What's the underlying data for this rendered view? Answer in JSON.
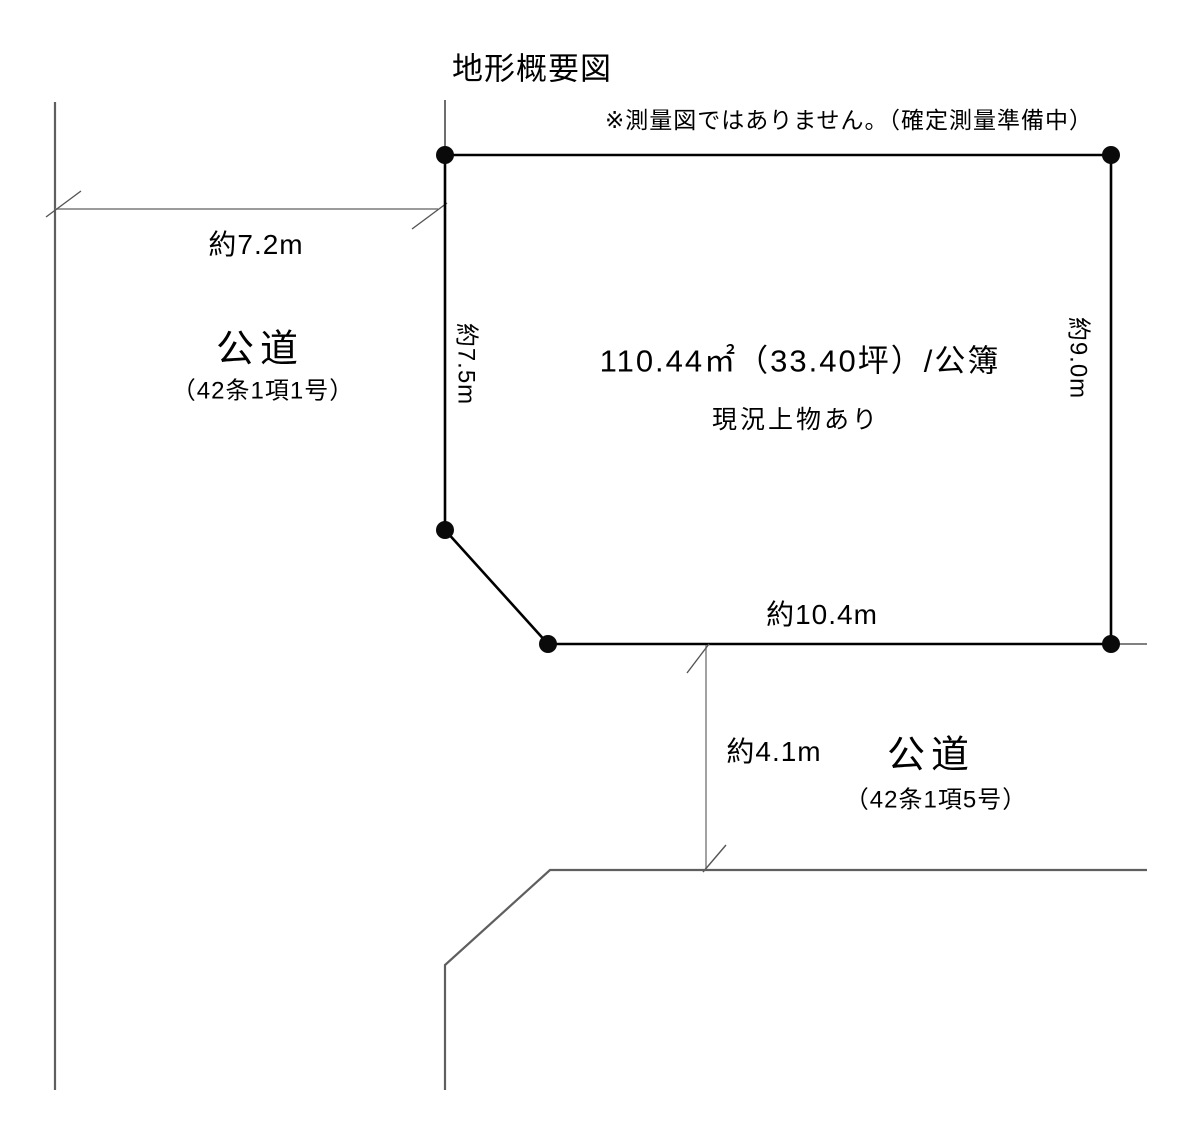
{
  "title": "地形概要図",
  "note": "※測量図ではありません。（確定測量準備中）",
  "parcel": {
    "area_label": "110.44㎡（33.40坪）/公簿",
    "status_label": "現況上物あり",
    "dim_left": "約7.5m",
    "dim_right": "約9.0m",
    "dim_bottom": "約10.4m"
  },
  "road_left": {
    "width_label": "約7.2m",
    "name": "公道",
    "classification": "（42条1項1号）"
  },
  "road_bottom": {
    "width_label": "約4.1m",
    "name": "公道",
    "classification": "（42条1項5号）"
  },
  "colors": {
    "parcel_line": "#000000",
    "road_line": "#5f5f5f",
    "dimension_line": "#7a7a7a",
    "corner_dot": "#0a0a0a",
    "background": "#ffffff"
  }
}
